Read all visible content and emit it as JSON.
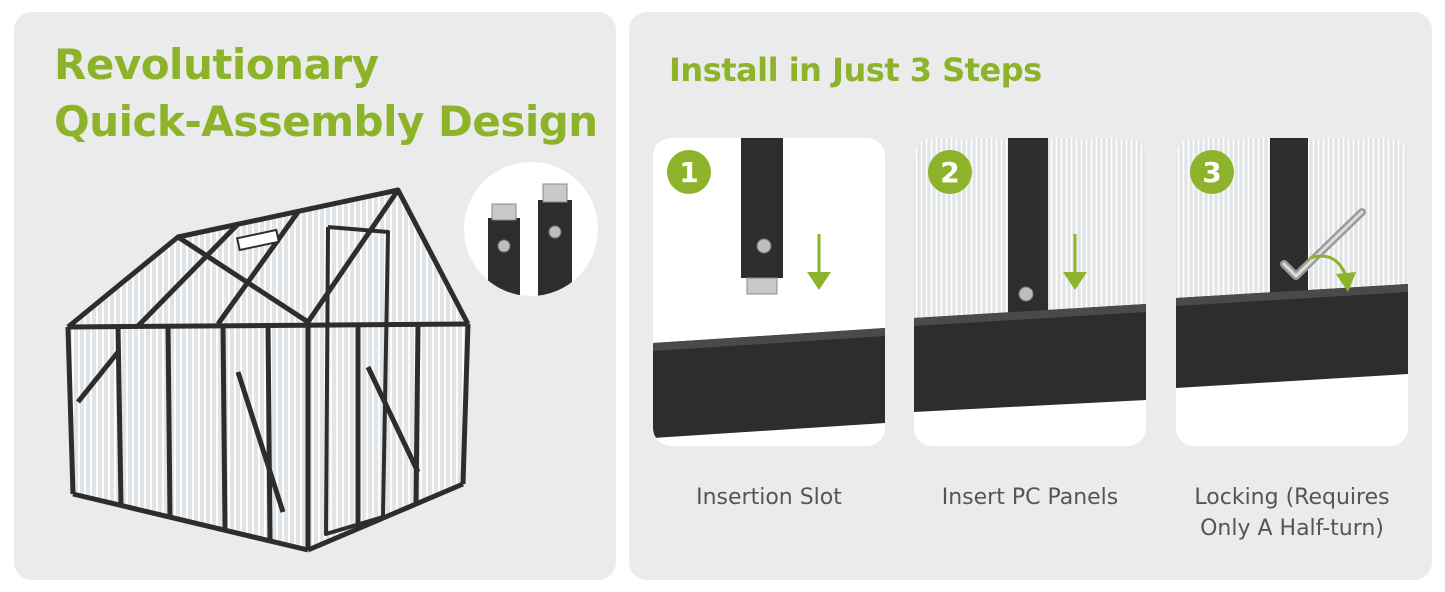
{
  "left": {
    "title_line1": "Revolutionary",
    "title_line2": "Quick-Assembly Design"
  },
  "right": {
    "title": "Install in Just 3 Steps",
    "steps": [
      {
        "number": "1",
        "label": "Insertion Slot"
      },
      {
        "number": "2",
        "label": "Insert PC Panels"
      },
      {
        "number": "3",
        "label": "Locking (Requires\nOnly A Half-turn)"
      }
    ]
  },
  "colors": {
    "accent": "#8db32a",
    "panel_bg": "#ebebeb",
    "frame": "#2d2d2d",
    "label_text": "#555555"
  },
  "icons": [
    "greenhouse-image",
    "connector-detail-image",
    "down-arrow-icon",
    "allen-key-icon",
    "rotate-arrow-icon"
  ]
}
